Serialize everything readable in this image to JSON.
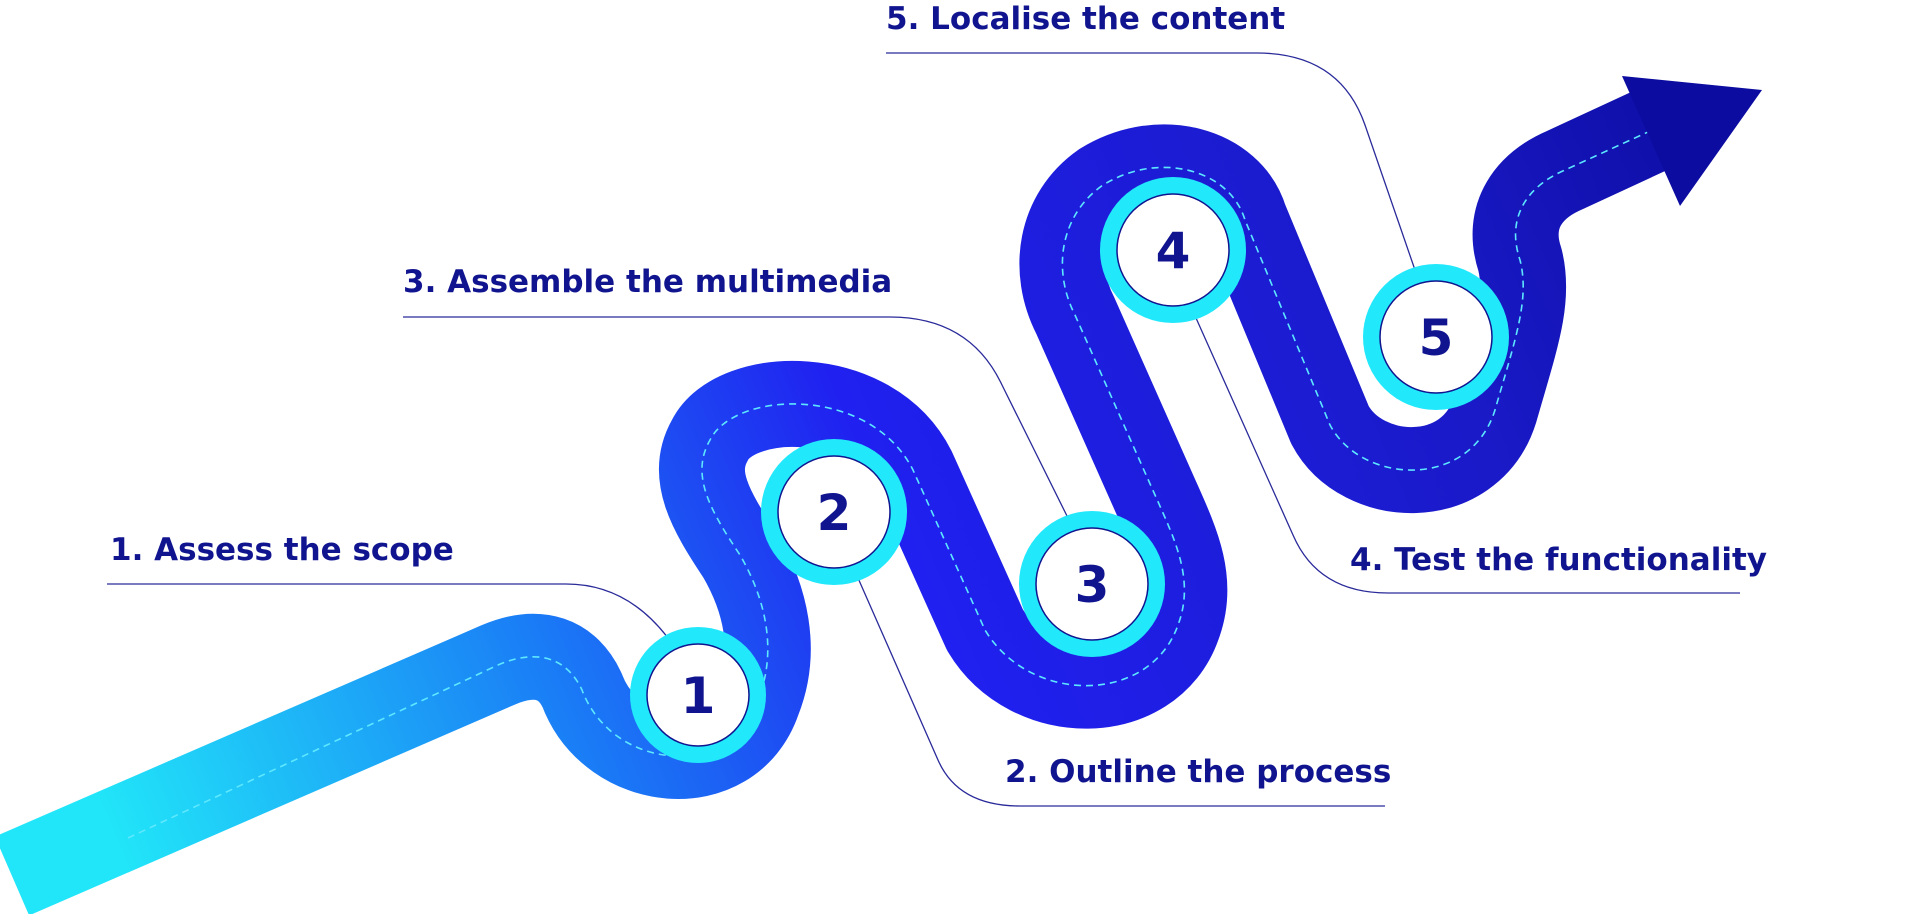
{
  "diagram": {
    "type": "winding-road-process",
    "colors": {
      "road_start": "#21e5f8",
      "road_mid": "#2020f0",
      "road_end": "#0c0ca0",
      "ring": "#22e8fb",
      "circle_fill": "#ffffff",
      "text": "#10148f",
      "leader_line": "#2a2a9a",
      "dashes": "#5ee8ff"
    },
    "steps": [
      {
        "number": "1",
        "label": "1. Assess the scope"
      },
      {
        "number": "2",
        "label": "2. Outline the process"
      },
      {
        "number": "3",
        "label": "3. Assemble the multimedia"
      },
      {
        "number": "4",
        "label": "4. Test the functionality"
      },
      {
        "number": "5",
        "label": "5. Localise the content"
      }
    ],
    "end_marker": "arrow-icon"
  }
}
